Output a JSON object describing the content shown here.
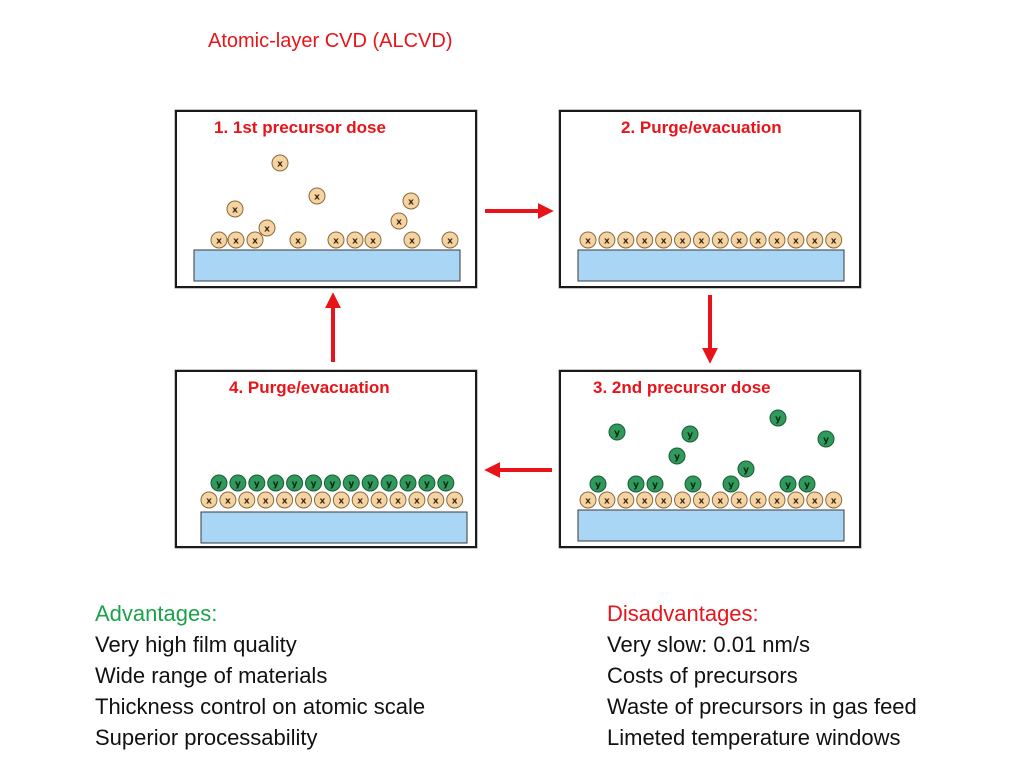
{
  "title": "Atomic-layer CVD (ALCVD)",
  "colors": {
    "title": "#e8141a",
    "arrow": "#e8141a",
    "substrate": "#a9d6f5",
    "precursor_x": "#f5d3a2",
    "precursor_y": "#2f9a5b",
    "advantages_heading": "#1aa34a",
    "disadvantages_heading": "#e8141a"
  },
  "panels": {
    "p1": {
      "title": "1.  1st precursor dose",
      "molecule": "x"
    },
    "p2": {
      "title": "2.  Purge/evacuation",
      "molecule": "x"
    },
    "p3": {
      "title": "3.  2nd precursor dose",
      "molecule": "y"
    },
    "p4": {
      "title": "4.  Purge/evacuation",
      "molecule": "y"
    }
  },
  "advantages": {
    "heading": "Advantages:",
    "items": [
      "Very high film quality",
      "Wide range of materials",
      "Thickness control on atomic scale",
      "Superior processability"
    ]
  },
  "disadvantages": {
    "heading": "Disadvantages:",
    "items": [
      "Very slow: 0.01 nm/s",
      "Costs of precursors",
      "Waste of precursors in gas feed",
      "Limeted temperature windows"
    ]
  }
}
